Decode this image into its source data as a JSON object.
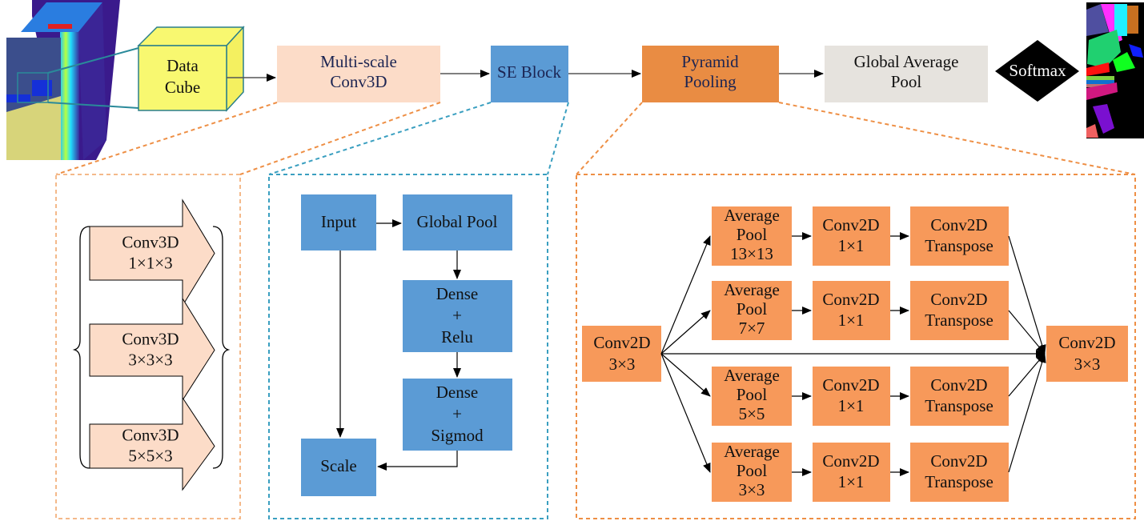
{
  "top_row": {
    "data_cube": [
      "Data",
      "Cube"
    ],
    "multiscale": [
      "Multi-scale",
      "Conv3D"
    ],
    "se_block": "SE Block",
    "pyramid": [
      "Pyramid",
      "Pooling"
    ],
    "global_avg_pool": [
      "Global Average",
      "Pool"
    ],
    "softmax": "Softmax"
  },
  "multiscale_panel": {
    "branches": [
      [
        "Conv3D",
        "1×1×3"
      ],
      [
        "Conv3D",
        "3×3×3"
      ],
      [
        "Conv3D",
        "5×5×3"
      ]
    ]
  },
  "se_panel": {
    "input": "Input",
    "global_pool": "Global Pool",
    "dense_relu": [
      "Dense",
      "+",
      "Relu"
    ],
    "dense_sigmod": [
      "Dense",
      "+",
      "Sigmod"
    ],
    "scale": "Scale"
  },
  "pyramid_panel": {
    "input": [
      "Conv2D",
      "3×3"
    ],
    "output": [
      "Conv2D",
      "3×3"
    ],
    "rows": [
      {
        "pool": [
          "Average",
          "Pool",
          "13×13"
        ],
        "conv": [
          "Conv2D",
          "1×1"
        ],
        "transpose": [
          "Conv2D",
          "Transpose"
        ]
      },
      {
        "pool": [
          "Average",
          "Pool",
          "7×7"
        ],
        "conv": [
          "Conv2D",
          "1×1"
        ],
        "transpose": [
          "Conv2D",
          "Transpose"
        ]
      },
      {
        "pool": [
          "Average",
          "Pool",
          "5×5"
        ],
        "conv": [
          "Conv2D",
          "1×1"
        ],
        "transpose": [
          "Conv2D",
          "Transpose"
        ]
      },
      {
        "pool": [
          "Average",
          "Pool",
          "3×3"
        ],
        "conv": [
          "Conv2D",
          "1×1"
        ],
        "transpose": [
          "Conv2D",
          "Transpose"
        ]
      }
    ]
  },
  "colors": {
    "data_cube": "#f8f870",
    "multiscale": "#fcdcc8",
    "se_block": "#5b9bd5",
    "pyramid": "#e98c43",
    "pyramid_sub": "#f7995a",
    "global_avg_pool": "#e6e3de",
    "softmax": "#000000",
    "orange_dash": "#ee8f45",
    "teal_dash": "#3a9fc0"
  }
}
